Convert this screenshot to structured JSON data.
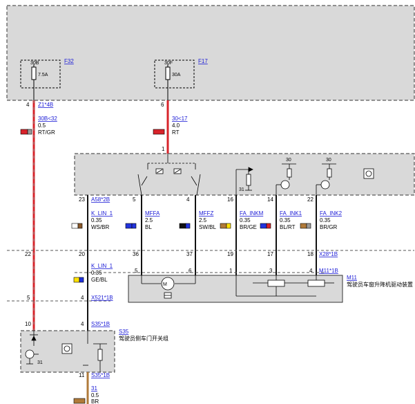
{
  "top_panel": {
    "fuse_f32": {
      "id": "F32",
      "terminal": "30B",
      "rating": "7.5A"
    },
    "fuse_f17": {
      "id": "F17",
      "terminal": "30F",
      "rating": "30A"
    }
  },
  "left_wire": {
    "pin_top": "4",
    "connector_top": "Z1*4B",
    "circuit": "30B<32",
    "size": "0.5",
    "color": "RT/GR",
    "pin_mid": "22",
    "pin_b1": "5",
    "pin_b2": "10"
  },
  "power_wire": {
    "pin_top": "6",
    "circuit": "30<17",
    "size": "4.0",
    "color": "RT",
    "pin_in": "1"
  },
  "module_labels": {
    "ground": "31",
    "feed_a": "30",
    "feed_b": "30"
  },
  "wires": [
    {
      "pin_top": "23",
      "connector": "A58*2B",
      "circuit": "K_LIN_1",
      "size": "0.35",
      "color": "WS/BR",
      "pin_bottom": "20"
    },
    {
      "pin_top": "5",
      "connector": "",
      "circuit": "MFFA",
      "size": "2.5",
      "color": "BL",
      "pin_bottom": "36"
    },
    {
      "pin_top": "4",
      "connector": "",
      "circuit": "MFFZ",
      "size": "2.5",
      "color": "SW/BL",
      "pin_bottom": "37"
    },
    {
      "pin_top": "16",
      "connector": "",
      "circuit": "FA_INKM",
      "size": "0.35",
      "color": "BR/GE",
      "pin_bottom": "19"
    },
    {
      "pin_top": "14",
      "connector": "",
      "circuit": "FA_INK1",
      "size": "0.35",
      "color": "BL/RT",
      "pin_bottom": "17"
    },
    {
      "pin_top": "22",
      "connector": "",
      "circuit": "FA_INK2",
      "size": "0.35",
      "color": "BR/GR",
      "pin_bottom": "18"
    }
  ],
  "right_connector": {
    "x28": "X28*1B",
    "m11": "M11*1B"
  },
  "m11_pins": [
    "5",
    "6",
    "1",
    "3",
    "4"
  ],
  "m11": {
    "id": "M11",
    "name": "驾驶员车窗升降机驱动装置"
  },
  "k_lin_lower": {
    "circuit": "K_LIN_1",
    "size": "0.35",
    "color": "GE/BL",
    "pin_a": "4",
    "conn_a": "X521*1B",
    "pin_b": "4",
    "conn_b": "S35*1B"
  },
  "s35": {
    "id": "S35",
    "name": "驾驶员侧车门开关组",
    "ground_label": "31"
  },
  "bottom_wire": {
    "pin": "11",
    "connector": "S35*1B",
    "circuit": "31",
    "size": "0.5",
    "color": "BR"
  }
}
